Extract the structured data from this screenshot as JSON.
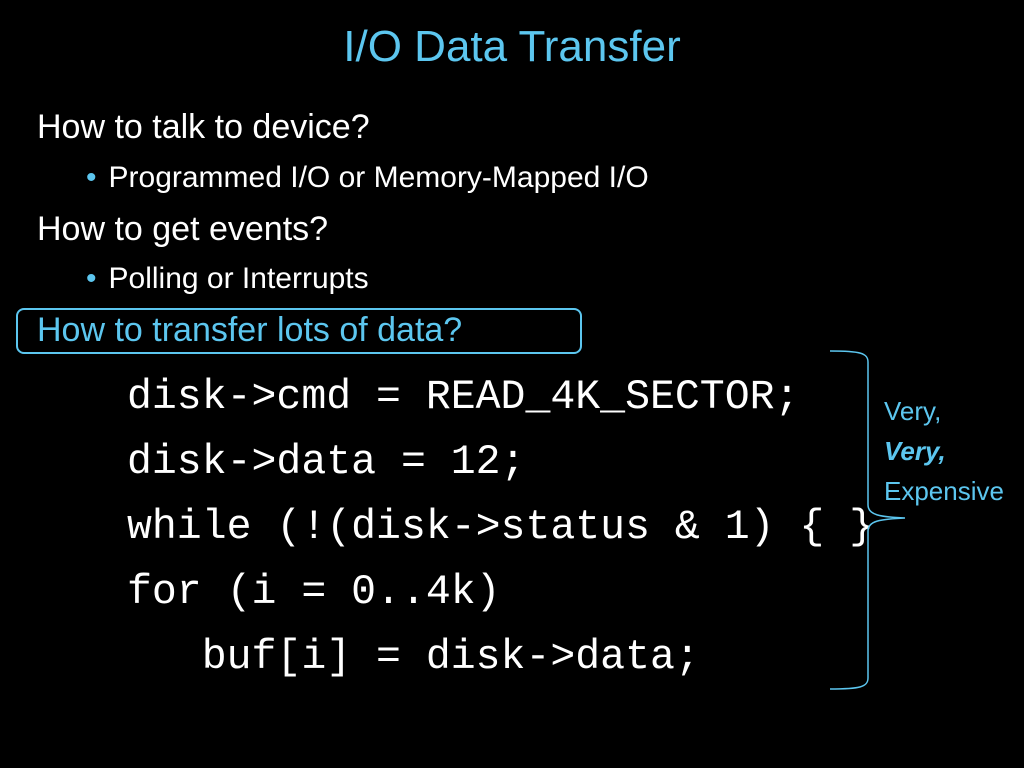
{
  "slide": {
    "title": "I/O Data Transfer",
    "items": [
      {
        "text": "How to talk to device?",
        "bullet": "Programmed I/O or Memory-Mapped I/O"
      },
      {
        "text": "How to get events?",
        "bullet": "Polling or Interrupts"
      }
    ],
    "highlighted_question": "How to transfer lots of data?",
    "code_lines": [
      "disk->cmd = READ_4K_SECTOR;",
      "disk->data = 12;",
      "while (!(disk->status & 1) { }",
      "for (i = 0..4k)",
      "   buf[i] = disk->data;"
    ],
    "annotation": {
      "line1": "Very,",
      "line2": "Very,",
      "line3": "Expensive"
    },
    "accent_color": "#5cc6ef"
  }
}
